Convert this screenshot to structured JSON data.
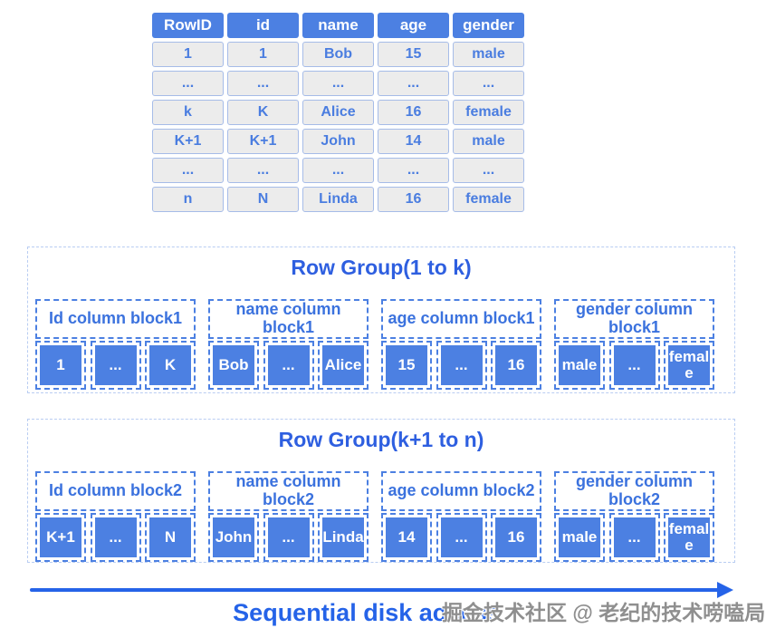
{
  "colors": {
    "block_fill": "#4c80e2",
    "group_title": "#2e5fe0",
    "block_label": "#3b72de",
    "table_cell_text": "#4a7de0",
    "table_cell_bg": "#ececec",
    "table_cell_border": "#a6bce8",
    "group_dashed_border": "#b9cdf2",
    "arrow": "#2563e8",
    "watermark_gray": "#8f8f8f"
  },
  "table": {
    "headers": [
      "RowID",
      "id",
      "name",
      "age",
      "gender"
    ],
    "rows": [
      [
        "1",
        "1",
        "Bob",
        "15",
        "male"
      ],
      [
        "...",
        "...",
        "...",
        "...",
        "..."
      ],
      [
        "k",
        "K",
        "Alice",
        "16",
        "female"
      ],
      [
        "K+1",
        "K+1",
        "John",
        "14",
        "male"
      ],
      [
        "...",
        "...",
        "...",
        "...",
        "..."
      ],
      [
        "n",
        "N",
        "Linda",
        "16",
        "female"
      ]
    ]
  },
  "row_groups": [
    {
      "title": "Row Group(1 to k)",
      "blocks": [
        {
          "label": "Id column block1",
          "cells": [
            "1",
            "...",
            "K"
          ]
        },
        {
          "label": "name column block1",
          "cells": [
            "Bob",
            "...",
            "Alice"
          ]
        },
        {
          "label": "age column block1",
          "cells": [
            "15",
            "...",
            "16"
          ]
        },
        {
          "label": "gender column block1",
          "cells": [
            "male",
            "...",
            "female"
          ]
        }
      ]
    },
    {
      "title": "Row Group(k+1 to n)",
      "blocks": [
        {
          "label": "Id column block2",
          "cells": [
            "K+1",
            "...",
            "N"
          ]
        },
        {
          "label": "name column block2",
          "cells": [
            "John",
            "...",
            "Linda"
          ]
        },
        {
          "label": "age column block2",
          "cells": [
            "14",
            "...",
            "16"
          ]
        },
        {
          "label": "gender column block2",
          "cells": [
            "male",
            "...",
            "female"
          ]
        }
      ]
    }
  ],
  "footer": {
    "arrow_label": "Sequential disk access",
    "watermark": "掘金技术社区 @ 老纪的技术唠嗑局"
  }
}
